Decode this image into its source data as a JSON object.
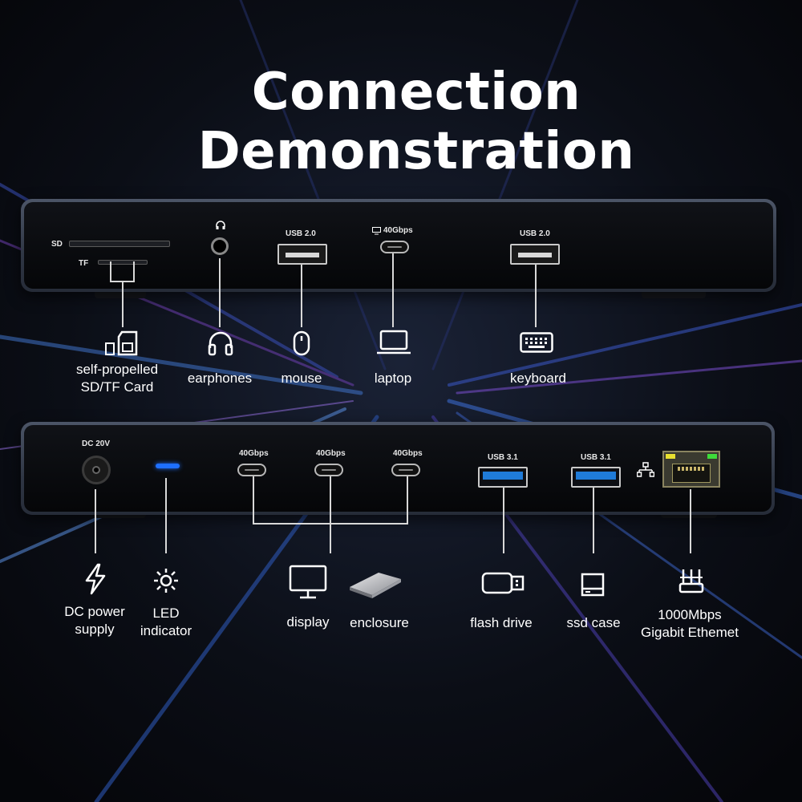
{
  "title": "Connection Demonstration",
  "top_panel": {
    "sd_label": "SD",
    "tf_label": "TF",
    "usb_left_label": "USB 2.0",
    "usbc_label": "40Gbps",
    "usb_right_label": "USB 2.0"
  },
  "bottom_panel": {
    "dc_label": "DC 20V",
    "usbc1_label": "40Gbps",
    "usbc2_label": "40Gbps",
    "usbc3_label": "40Gbps",
    "usb31a_label": "USB 3.1",
    "usb31b_label": "USB 3.1"
  },
  "devices_top": {
    "card_line1": "self-propelled",
    "card_line2": "SD/TF Card",
    "earphones": "earphones",
    "mouse": "mouse",
    "laptop": "laptop",
    "keyboard": "keyboard"
  },
  "devices_bottom": {
    "dc_line1": "DC power",
    "dc_line2": "supply",
    "led_line1": "LED",
    "led_line2": "indicator",
    "display": "display",
    "enclosure": "enclosure",
    "flash_drive": "flash drive",
    "ssd_case": "ssd case",
    "eth_line1": "1000Mbps",
    "eth_line2": "Gigabit Ethemet"
  },
  "colors": {
    "background": "#07080c",
    "port_blue": "#1f7bd8",
    "led_blue": "#1e6fff",
    "ethernet_green": "#3ddc3a",
    "ethernet_yellow": "#e8e030"
  },
  "icons": [
    "sd-card-icon",
    "earphones-icon",
    "mouse-icon",
    "laptop-icon",
    "keyboard-icon",
    "lightning-icon",
    "led-sun-icon",
    "display-icon",
    "enclosure-icon",
    "flash-drive-icon",
    "ssd-case-icon",
    "ethernet-router-icon",
    "network-icon",
    "headphone-port-icon",
    "display-port-icon"
  ]
}
